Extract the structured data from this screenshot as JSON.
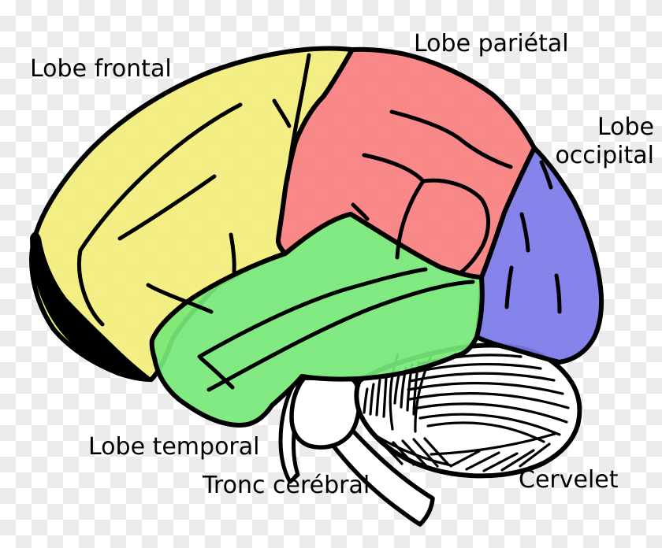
{
  "figure": {
    "kind": "brain-lobes-diagram",
    "labels": {
      "frontal": "Lobe frontal",
      "parietal": "Lobe pariétal",
      "occipital_line1": "Lobe",
      "occipital_line2": "occipital",
      "temporal": "Lobe temporal",
      "brainstem": "Tronc cérébral",
      "cerebellum": "Cervelet"
    },
    "colors": {
      "frontal": "#f2ee79",
      "parietal": "#f87e7e",
      "occipital": "#7b7ae8",
      "temporal": "#77e877",
      "outline": "#000000",
      "structure_fill": "#ffffff",
      "checker_light": "#ffffff",
      "checker_dark": "#ececec"
    }
  }
}
